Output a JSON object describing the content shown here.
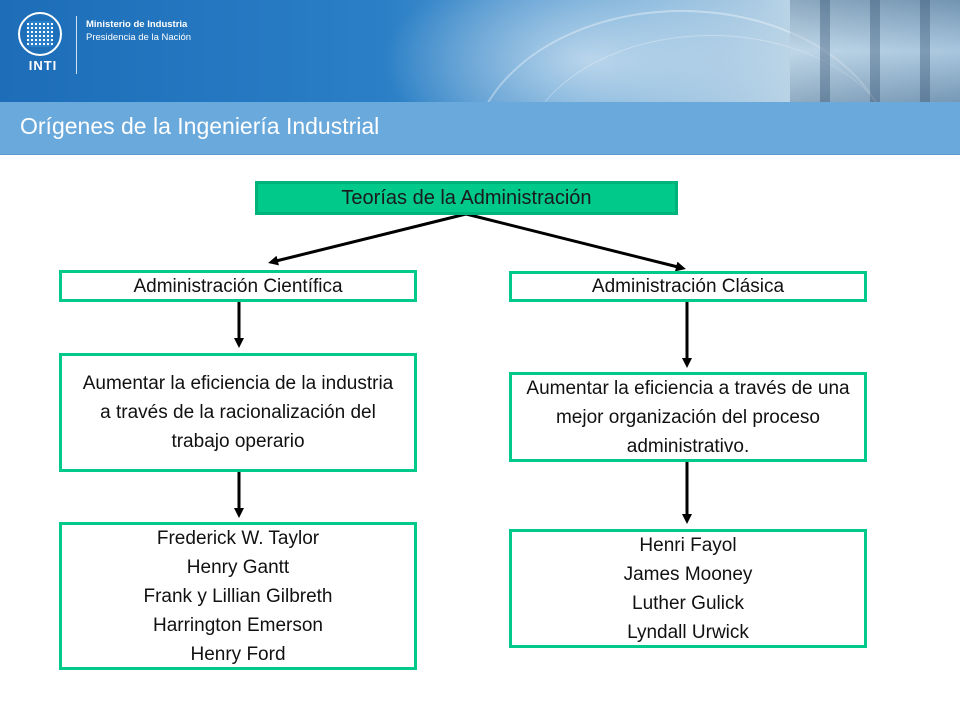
{
  "header": {
    "ministry_line1": "Ministerio de Industria",
    "ministry_line2": "Presidencia de la Nación",
    "logo_text": "INTI"
  },
  "title": "Orígenes de la Ingeniería Industrial",
  "diagram": {
    "root": "Teorías de la Administración",
    "left": {
      "heading": "Administración Científica",
      "goal": "Aumentar la eficiencia de la industria a través de la racionalización del trabajo operario",
      "names": [
        "Frederick W. Taylor",
        "Henry Gantt",
        "Frank y Lillian Gilbreth",
        "Harrington Emerson",
        "Henry Ford"
      ]
    },
    "right": {
      "heading": "Administración Clásica",
      "goal": "Aumentar la eficiencia a través de una mejor organización del proceso administrativo.",
      "names": [
        "Henri Fayol",
        "James Mooney",
        "Luther Gulick",
        "Lyndall Urwick"
      ]
    }
  },
  "colors": {
    "accent_green": "#00c98a",
    "title_bar": "#6aa9dc",
    "header_blue": "#1d6db8"
  }
}
